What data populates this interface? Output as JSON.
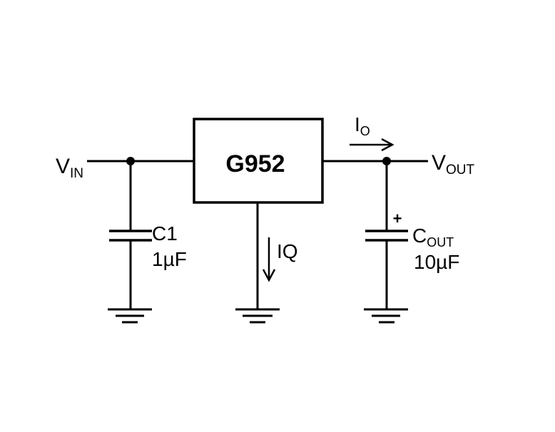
{
  "regulator": {
    "part": "G952"
  },
  "input": {
    "main": "V",
    "sub": "IN"
  },
  "output": {
    "main": "V",
    "sub": "OUT"
  },
  "output_current": {
    "main": "I",
    "sub": "O"
  },
  "quiescent_current": {
    "label": "IQ"
  },
  "c1": {
    "name": "C1",
    "value": "1µF"
  },
  "cout": {
    "main": "C",
    "sub": "OUT",
    "value": "10µF",
    "polarity": "+"
  },
  "colors": {
    "line": "#000000",
    "background": "#ffffff"
  }
}
